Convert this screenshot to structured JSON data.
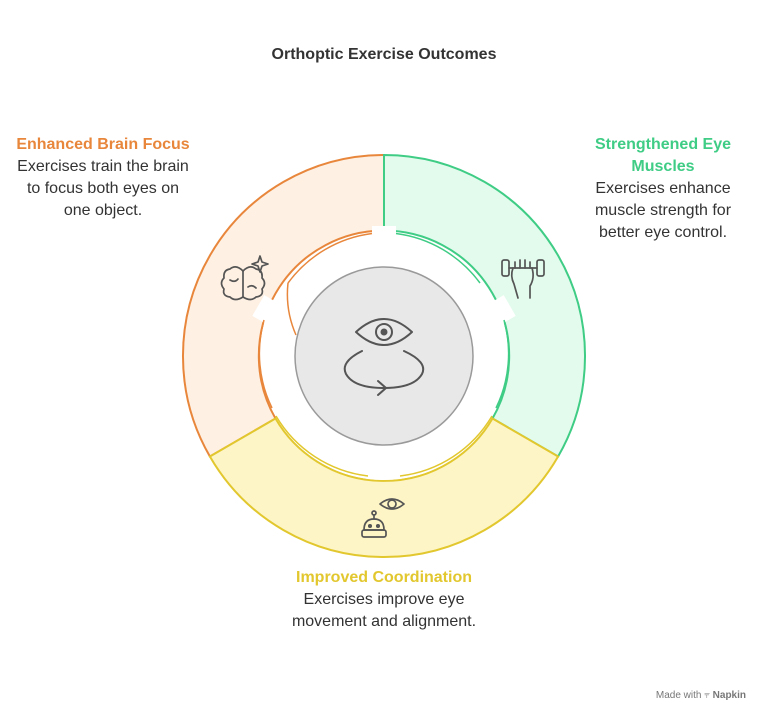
{
  "title": "Orthoptic Exercise Outcomes",
  "colors": {
    "brain": "#E8873C",
    "brain_fill": "#FEF0E3",
    "muscles": "#3FCC85",
    "muscles_fill": "#E2FBEC",
    "coord": "#E2C72E",
    "coord_fill": "#FDF5C6",
    "center_fill": "#E8E8E8",
    "center_stroke": "#9A9A9A",
    "icon_gray": "#555555"
  },
  "sections": {
    "brain": {
      "heading": "Enhanced Brain Focus",
      "description": "Exercises train the brain to focus both eyes on one object.",
      "icon": "brain-sparkle-icon"
    },
    "muscles": {
      "heading": "Strengthened Eye Muscles",
      "description": "Exercises enhance muscle strength for better eye control.",
      "icon": "dumbbell-hand-icon"
    },
    "coord": {
      "heading": "Improved Coordination",
      "description": "Exercises improve eye movement and alignment.",
      "icon": "robot-eye-icon"
    }
  },
  "center_icon": "eye-rotate-icon",
  "footer": {
    "prefix": "Made with",
    "brand": "Napkin"
  }
}
